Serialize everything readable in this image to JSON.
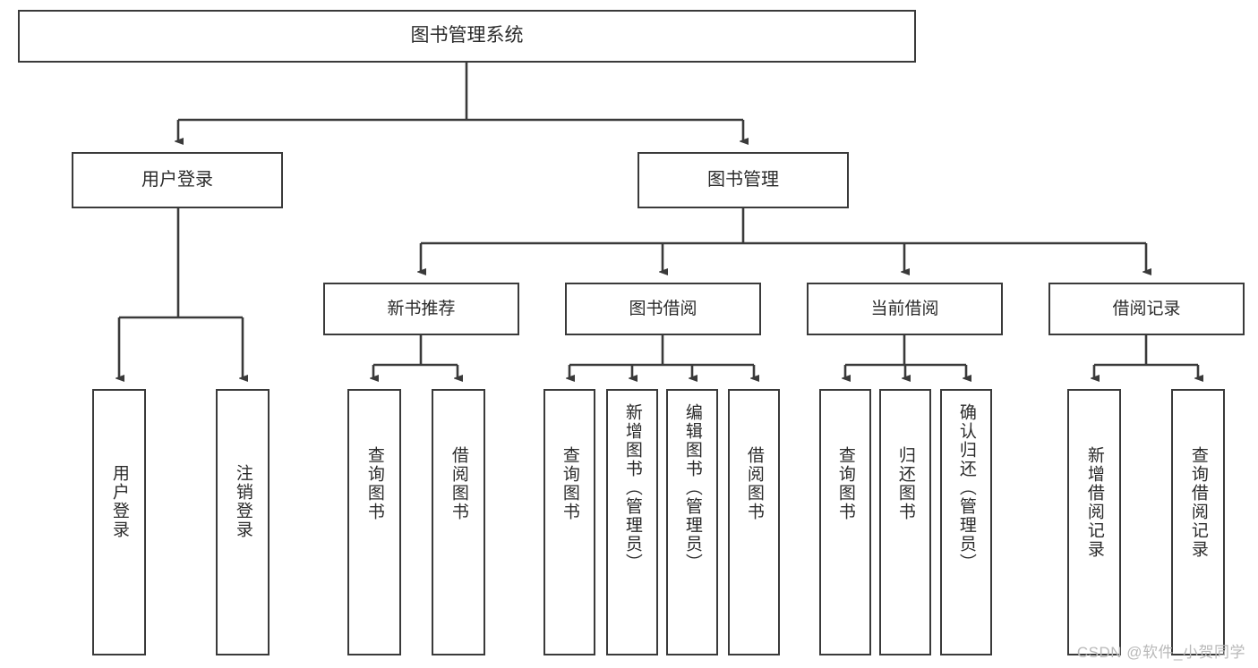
{
  "diagram": {
    "title_text": "图书管理系统",
    "watermark": "CSDN @软件_小贺同学",
    "line_color": "#3a3a3a",
    "box_border_color": "#3a3a3a",
    "box_fill_color": "#ffffff",
    "text_color": "#2b2b2b",
    "watermark_color": "#b9b9b9"
  },
  "nodes": {
    "root": {
      "label": "图书管理系统"
    },
    "level2": [
      {
        "label": "用户登录"
      },
      {
        "label": "图书管理"
      }
    ],
    "level3": [
      {
        "label": "新书推荐"
      },
      {
        "label": "图书借阅"
      },
      {
        "label": "当前借阅"
      },
      {
        "label": "借阅记录"
      }
    ],
    "leaves": {
      "user_login": [
        {
          "label": "用户登录"
        },
        {
          "label": "注销登录"
        }
      ],
      "new_book_recommend": [
        {
          "label": "查询图书"
        },
        {
          "label": "借阅图书"
        }
      ],
      "book_borrow": [
        {
          "label": "查询图书"
        },
        {
          "label": "新增图书（管理员）"
        },
        {
          "label": "编辑图书（管理员）"
        },
        {
          "label": "借阅图书"
        }
      ],
      "current_borrow": [
        {
          "label": "查询图书"
        },
        {
          "label": "归还图书"
        },
        {
          "label": "确认归还（管理员）"
        }
      ],
      "borrow_record": [
        {
          "label": "新增借阅记录"
        },
        {
          "label": "查询借阅记录"
        }
      ]
    }
  }
}
